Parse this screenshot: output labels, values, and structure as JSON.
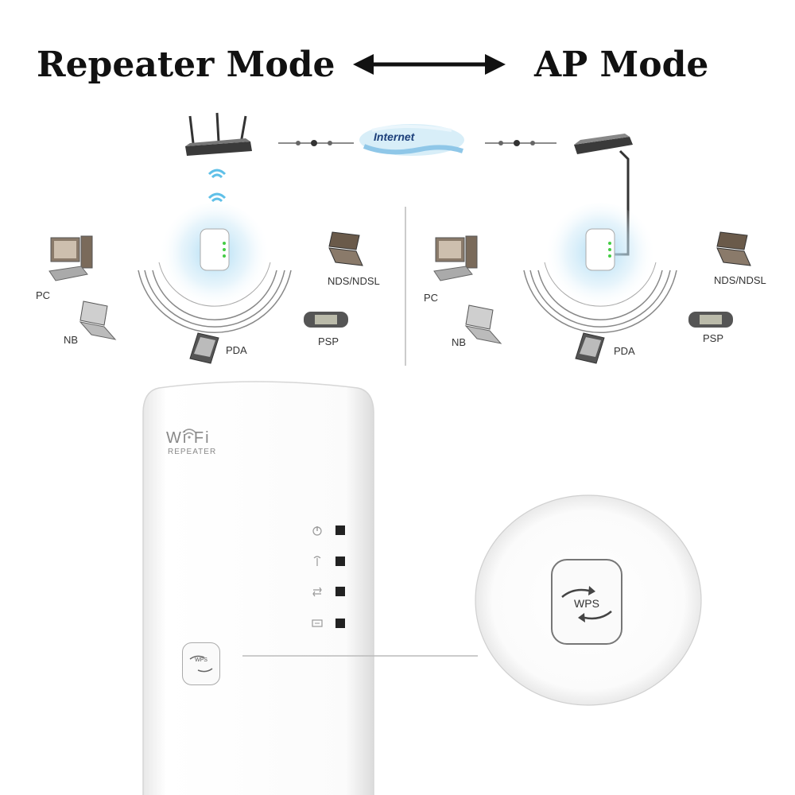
{
  "header": {
    "left_title": "Repeater Mode",
    "right_title": "AP Mode"
  },
  "diagram": {
    "internet_label": "Internet",
    "left": {
      "pc": "PC",
      "nb": "NB",
      "pda": "PDA",
      "psp": "PSP",
      "nds": "NDS/NDSL"
    },
    "right": {
      "pc": "PC",
      "nb": "NB",
      "pda": "PDA",
      "psp": "PSP",
      "nds": "NDS/NDSL"
    }
  },
  "device": {
    "brand_line1": "Wi Fi",
    "brand_line2": "REPEATER",
    "wps_small": "WPS",
    "wps_zoom": "WPS",
    "leds": [
      "power-icon",
      "wireless-icon",
      "wan-icon",
      "lan-icon"
    ]
  }
}
